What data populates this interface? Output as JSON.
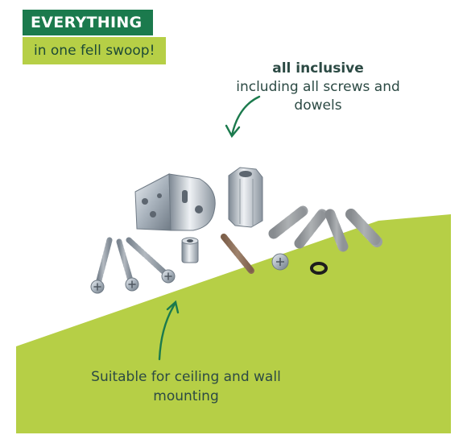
{
  "headline": {
    "primary": "EVERYTHING",
    "secondary": "in one fell swoop!"
  },
  "callouts": {
    "inclusive_title": "all inclusive",
    "inclusive_text": "including all screws and dowels",
    "mounting_text": "Suitable for ceiling and wall mounting"
  },
  "colors": {
    "dark_green": "#1b7a4d",
    "lime": "#b6cf46",
    "text": "#2c4a44"
  },
  "icons": [
    "arrow-down-left-icon",
    "arrow-up-icon"
  ]
}
